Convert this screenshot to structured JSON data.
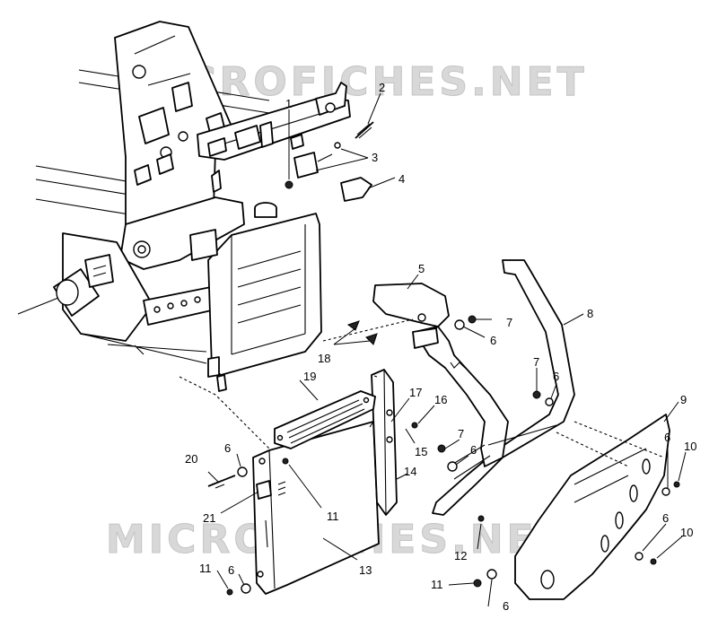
{
  "watermark_text": "MICROFICHES.NET",
  "callouts": {
    "c1": "1",
    "c2": "2",
    "c3": "3",
    "c4": "4",
    "c5": "5",
    "c6a": "6",
    "c6b": "6",
    "c6c": "6",
    "c6d": "6",
    "c6e": "6",
    "c6f": "6",
    "c6g": "6",
    "c6h": "6",
    "c7a": "7",
    "c7b": "7",
    "c7c": "7",
    "c8": "8",
    "c9": "9",
    "c10a": "10",
    "c10b": "10",
    "c11a": "11",
    "c11b": "11",
    "c11c": "11",
    "c12": "12",
    "c13": "13",
    "c14": "14",
    "c15": "15",
    "c16": "16",
    "c17": "17",
    "c18": "18",
    "c19": "19",
    "c20": "20",
    "c21": "21"
  }
}
